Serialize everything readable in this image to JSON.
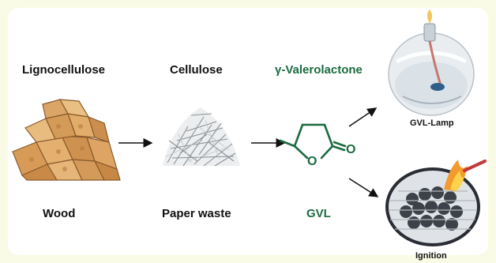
{
  "headings": {
    "lignocellulose": "Lignocellulose",
    "cellulose": "Cellulose",
    "gvl_full": "γ-Valerolactone"
  },
  "captions": {
    "wood": "Wood",
    "paper_waste": "Paper waste",
    "gvl": "GVL",
    "lamp": "GVL-Lamp",
    "ignition": "Ignition"
  },
  "molecule": {
    "ring_oxygen": "O",
    "carbonyl_oxygen": "O"
  },
  "colors": {
    "accent_green": "#1b6b3f",
    "background": "#fafbe6",
    "wood": "#d9a05e"
  }
}
